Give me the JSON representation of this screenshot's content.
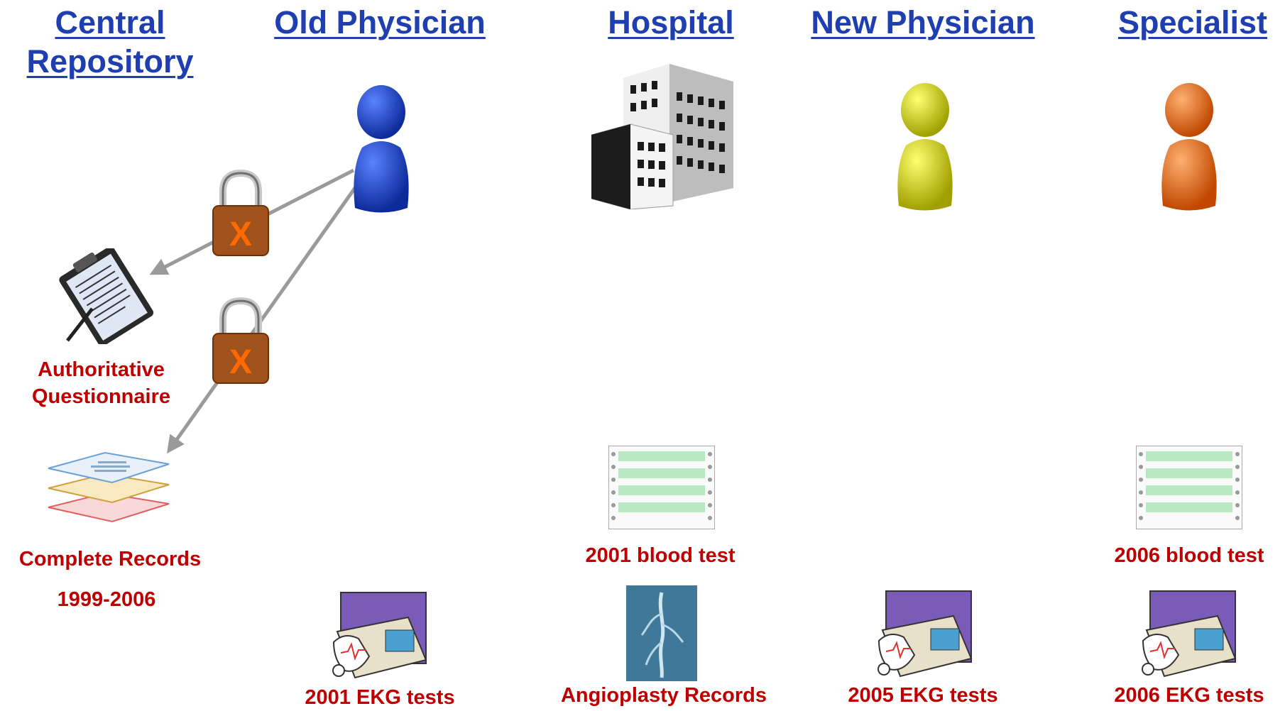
{
  "columns": {
    "central_repository": {
      "line1": "Central",
      "line2": "Repository"
    },
    "old_physician": "Old Physician",
    "hospital": "Hospital",
    "new_physician": "New Physician",
    "specialist": "Specialist"
  },
  "labels": {
    "questionnaire_line1": "Authoritative",
    "questionnaire_line2": "Questionnaire",
    "complete_records": "Complete Records",
    "complete_records_years": "1999-2006",
    "old_ekg": "2001 EKG tests",
    "hospital_blood": "2001 blood test",
    "hospital_angio": "Angioplasty Records",
    "new_ekg": "2005 EKG tests",
    "specialist_blood": "2006 blood test",
    "specialist_ekg": "2006 EKG tests"
  },
  "lock_mark": "X",
  "colors": {
    "header": "#1f3fb0",
    "label": "#c00000",
    "old_physician": "#1a3fc0",
    "new_physician": "#d4d400",
    "specialist": "#f07010",
    "lock_body": "#a0521c",
    "lock_mark": "#ff6a00",
    "arrow": "#9a9a9a"
  }
}
